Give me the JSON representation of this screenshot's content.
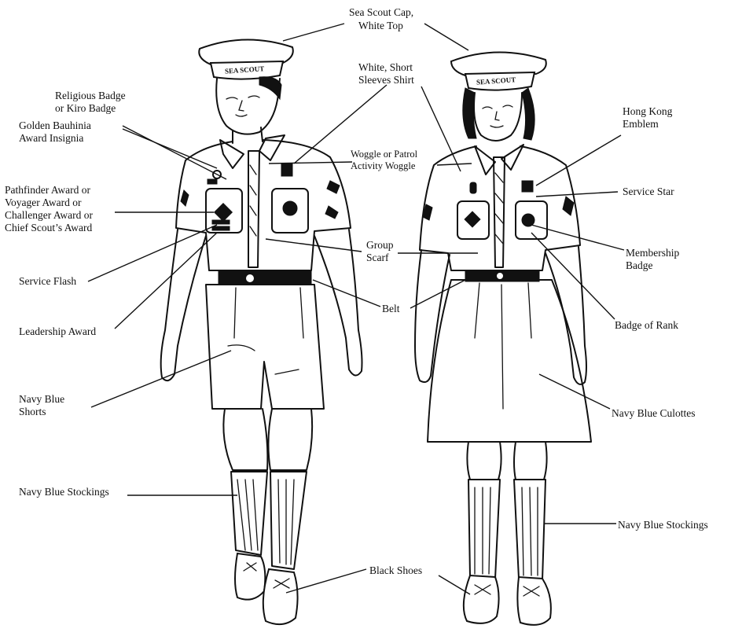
{
  "diagram": {
    "figures": [
      "boy-sea-scout",
      "girl-sea-scout"
    ],
    "labels": {
      "cap": [
        "Sea Scout Cap,",
        "White Top"
      ],
      "cap_band": "SEA SCOUT",
      "shirt": [
        "White, Short",
        "Sleeves Shirt"
      ],
      "religious": [
        "Religious Badge",
        "or Kiro Badge"
      ],
      "bauhinia": [
        "Golden Bauhinia",
        "Award Insignia"
      ],
      "woggle": [
        "Woggle or Patrol",
        "Activity Woggle"
      ],
      "hk_emblem": [
        "Hong Kong",
        "Emblem"
      ],
      "pathfinder": [
        "Pathfinder Award or",
        "Voyager Award or",
        "Challenger Award or",
        "Chief Scout’s Award"
      ],
      "service_star": "Service Star",
      "group_scarf": [
        "Group",
        "Scarf"
      ],
      "membership": [
        "Membership",
        "Badge"
      ],
      "service_flash": "Service Flash",
      "belt": "Belt",
      "badge_of_rank": "Badge of Rank",
      "leadership": "Leadership Award",
      "shorts": [
        "Navy Blue",
        "Shorts"
      ],
      "culottes": "Navy Blue Culottes",
      "stockings_left": "Navy Blue Stockings",
      "stockings_right": "Navy Blue Stockings",
      "shoes": "Black Shoes"
    }
  }
}
